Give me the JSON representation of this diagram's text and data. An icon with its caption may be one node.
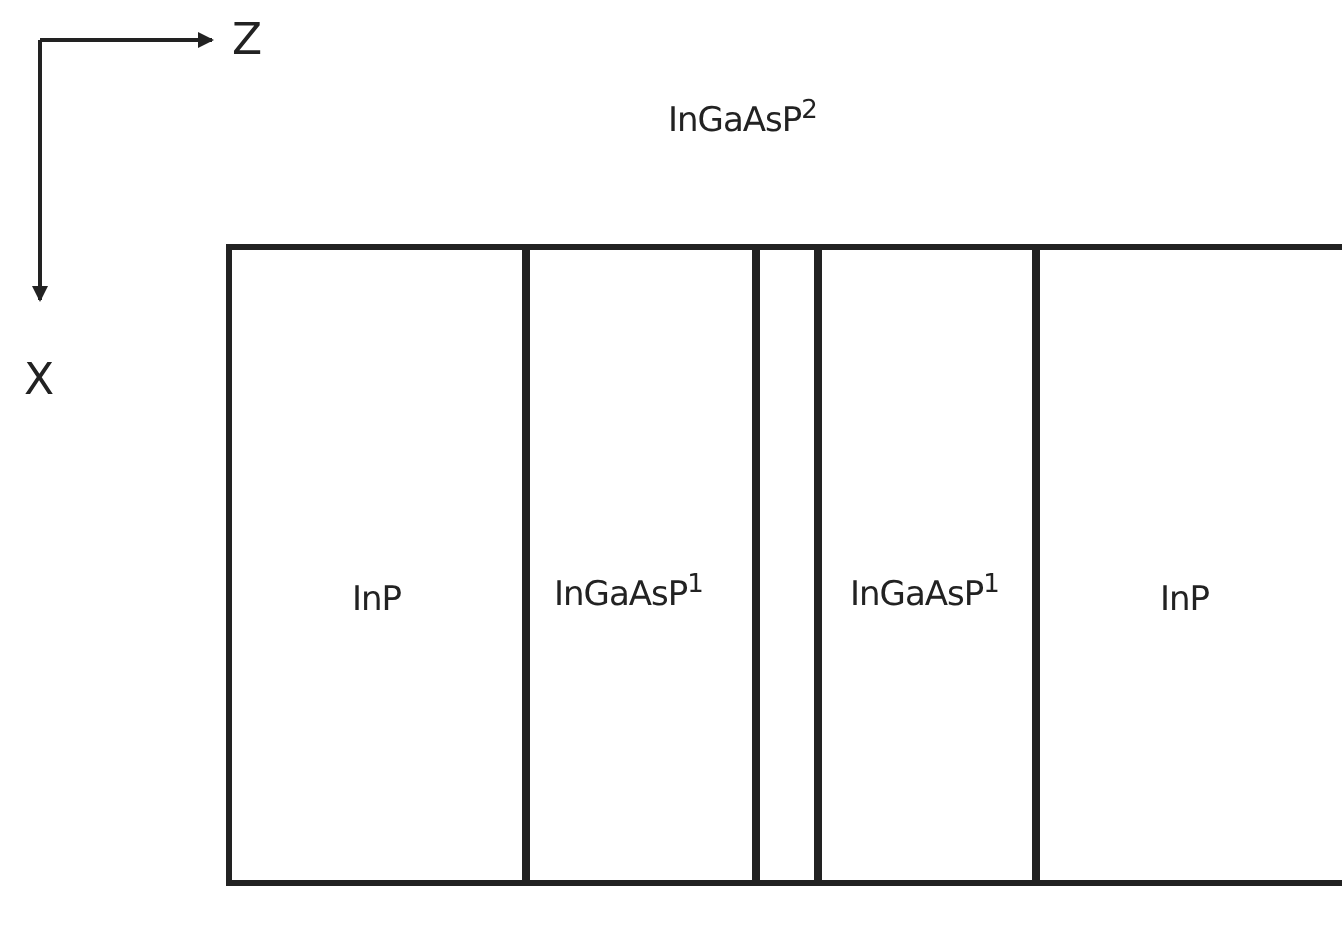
{
  "diagram": {
    "nodes": [
      {
        "text": [
          "InP"
        ]
      },
      {
        "text": [
          "InGaAsP$^{1}$"
        ]
      },
      {
        "text": [
          "InGaAsP$^{2}$"
        ]
      },
      {
        "text": [
          "InGaAsP$^{1}$"
        ]
      },
      {
        "text": [
          "InP"
        ]
      }
    ],
    "edges": [],
    "labels": [
      "Z",
      "X"
    ]
  }
}
